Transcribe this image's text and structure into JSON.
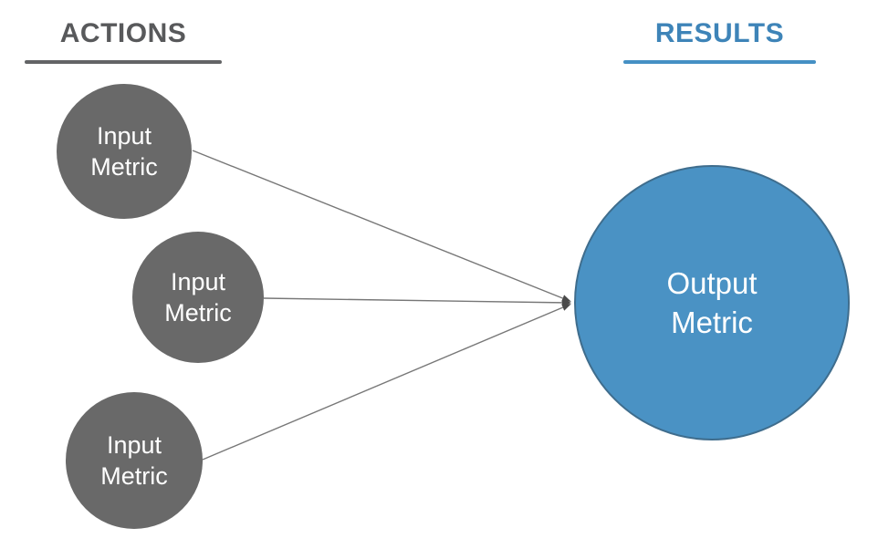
{
  "diagram": {
    "title": "input-output metric flow",
    "headers": {
      "actions": {
        "label": "ACTIONS",
        "text_color": "#58595b",
        "underline_color": "#636466"
      },
      "results": {
        "label": "RESULTS",
        "text_color": "#3e84b8",
        "underline_color": "#4590c4"
      }
    },
    "nodes": {
      "inputs": [
        {
          "label": "Input Metric"
        },
        {
          "label": "Input Metric"
        },
        {
          "label": "Input Metric"
        }
      ],
      "output": {
        "label": "Output Metric"
      }
    },
    "connectors": {
      "count": 3,
      "style": "straight lines from each input node converging to one arrowhead at the output node",
      "line_color": "#777777",
      "arrowhead_color": "#4a4a4a"
    },
    "colors": {
      "background": "#ffffff",
      "input_node_fill": "#696969",
      "input_node_text": "#ffffff",
      "output_node_fill": "#4a92c4",
      "output_node_border": "#3f6d8d",
      "output_node_text": "#ffffff"
    }
  }
}
